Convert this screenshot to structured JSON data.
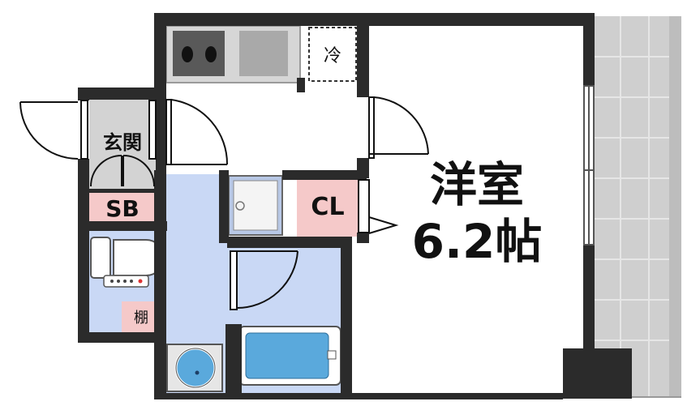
{
  "rooms": {
    "western_room_name": "洋室",
    "western_room_size": "6.2帖",
    "entrance": "玄関",
    "shoe_box": "SB",
    "closet": "CL",
    "shelf": "棚",
    "fridge": "冷"
  },
  "colors": {
    "wall": "#2b2b2b",
    "wet_area": "#c9d8f5",
    "storage": "#f5c9c9",
    "balcony": "#cfcfcf",
    "entrance_floor": "#d3d3d3",
    "bath_tub": "#5aa9dc"
  }
}
